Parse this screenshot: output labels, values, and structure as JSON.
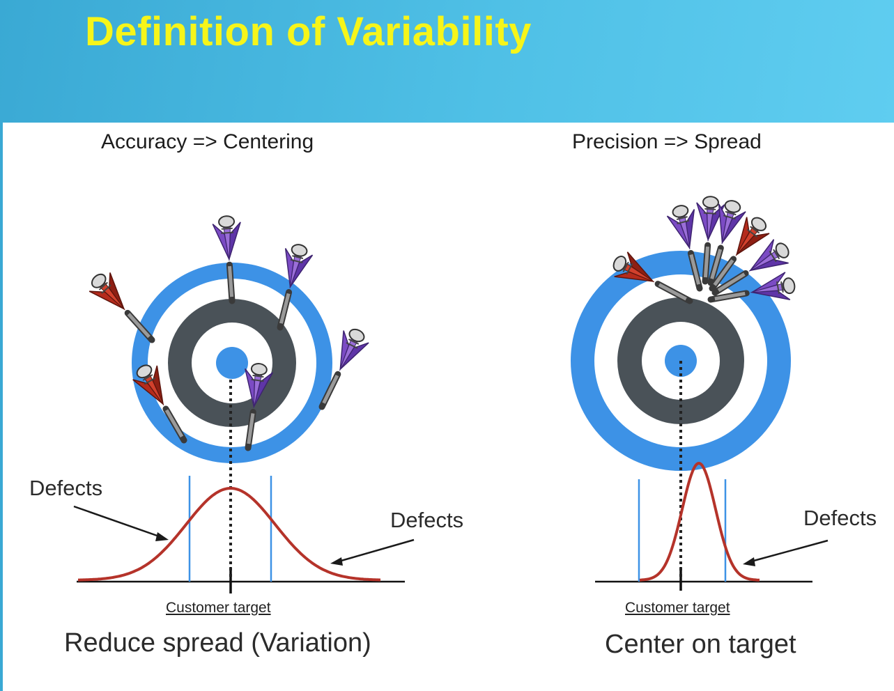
{
  "title": "Definition of Variability",
  "left": {
    "heading": "Accuracy => Centering",
    "defects_left": "Defects",
    "defects_right": "Defects",
    "target_label": "Customer target",
    "caption": "Reduce spread (Variation)"
  },
  "right": {
    "heading": "Precision => Spread",
    "defects_right": "Defects",
    "target_label": "Customer target",
    "caption": "Center on target"
  },
  "colors": {
    "header": "#4fc0e6",
    "title": "#f6f51a",
    "ring_blue": "#3d92e6",
    "ring_gray": "#4a5258",
    "curve": "#b5332a",
    "spec_line": "#3d92e6",
    "dart_purple": "#7b4bc4",
    "dart_red": "#b52b1c"
  },
  "icons": [
    "bullseye-target",
    "dart"
  ]
}
